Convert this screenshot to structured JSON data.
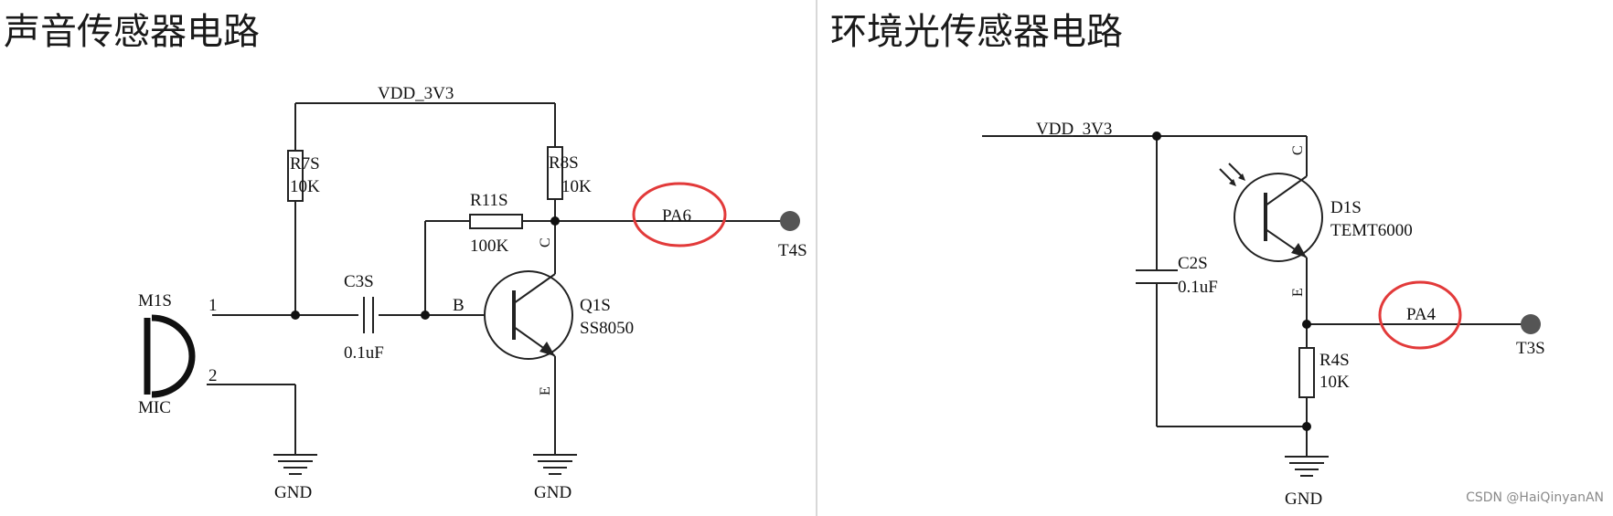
{
  "left_panel": {
    "title": "声音传感器电路",
    "labels": {
      "vdd": "VDD_3V3",
      "r7_name": "R7S",
      "r7_value": "10K",
      "r8_name": "R8S",
      "r8_value": "10K",
      "r11_name": "R11S",
      "r11_value": "100K",
      "c3_name": "C3S",
      "c3_value": "0.1uF",
      "mic_name": "M1S",
      "mic_type": "MIC",
      "mic_pin1": "1",
      "mic_pin2": "2",
      "base": "B",
      "collector": "C",
      "emitter": "E",
      "q1_name": "Q1S",
      "q1_part": "SS8050",
      "net": "PA6",
      "testpoint": "T4S",
      "gnd_mic": "GND",
      "gnd_q": "GND"
    }
  },
  "right_panel": {
    "title": "环境光传感器电路",
    "labels": {
      "vdd": "VDD_3V3",
      "c2_name": "C2S",
      "c2_value": "0.1uF",
      "d1_name": "D1S",
      "d1_part": "TEMT6000",
      "collector": "C",
      "emitter": "E",
      "r4_name": "R4S",
      "r4_value": "10K",
      "net": "PA4",
      "testpoint": "T3S",
      "gnd": "GND"
    }
  },
  "watermark": "CSDN @HaiQinyanAN",
  "colors": {
    "wire": "#222222",
    "highlight": "#e23a3a",
    "testpoint": "#555555"
  }
}
